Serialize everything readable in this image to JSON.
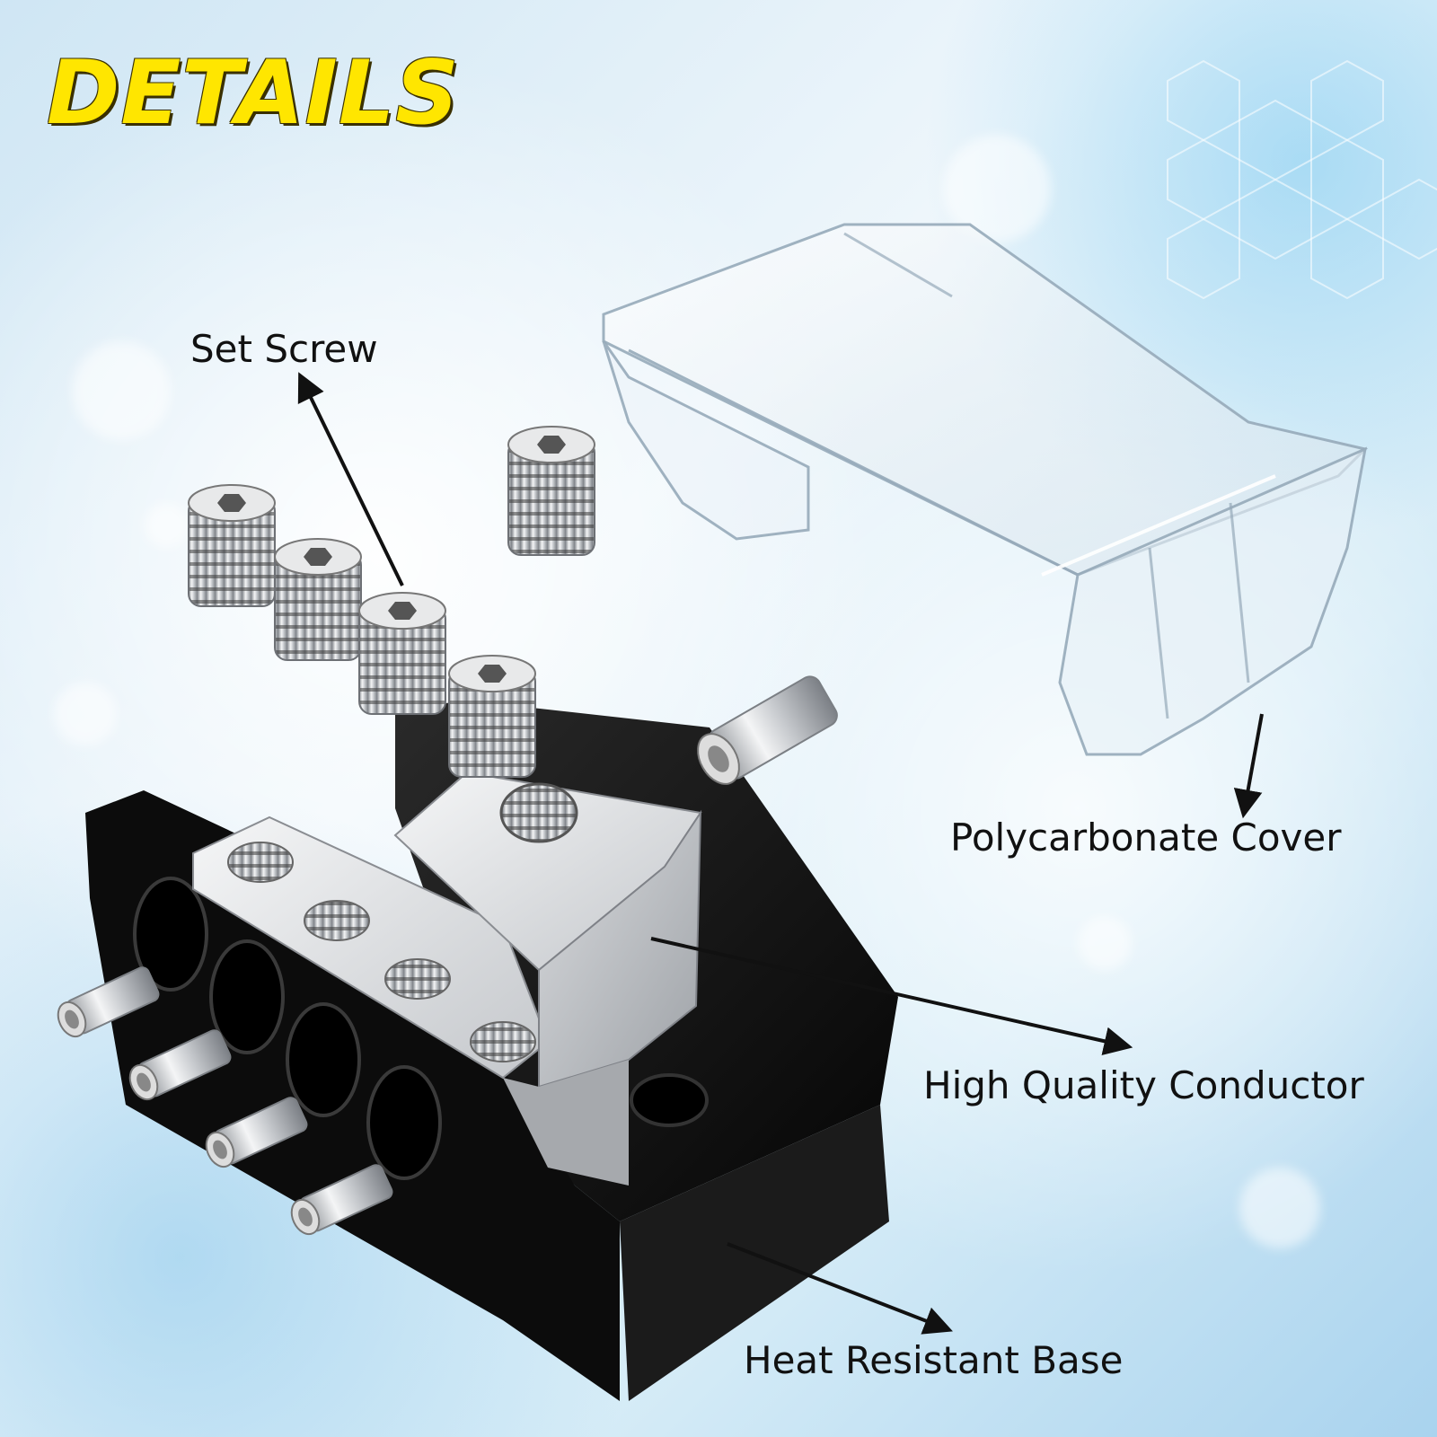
{
  "title": "DETAILS",
  "labels": {
    "set_screw": "Set Screw",
    "cover": "Polycarbonate Cover",
    "conductor": "High Quality Conductor",
    "base": "Heat Resistant Base"
  },
  "colors": {
    "title": "#ffe600",
    "label_text": "#111111",
    "base": "#111111",
    "metal": "#c9ccd0"
  }
}
